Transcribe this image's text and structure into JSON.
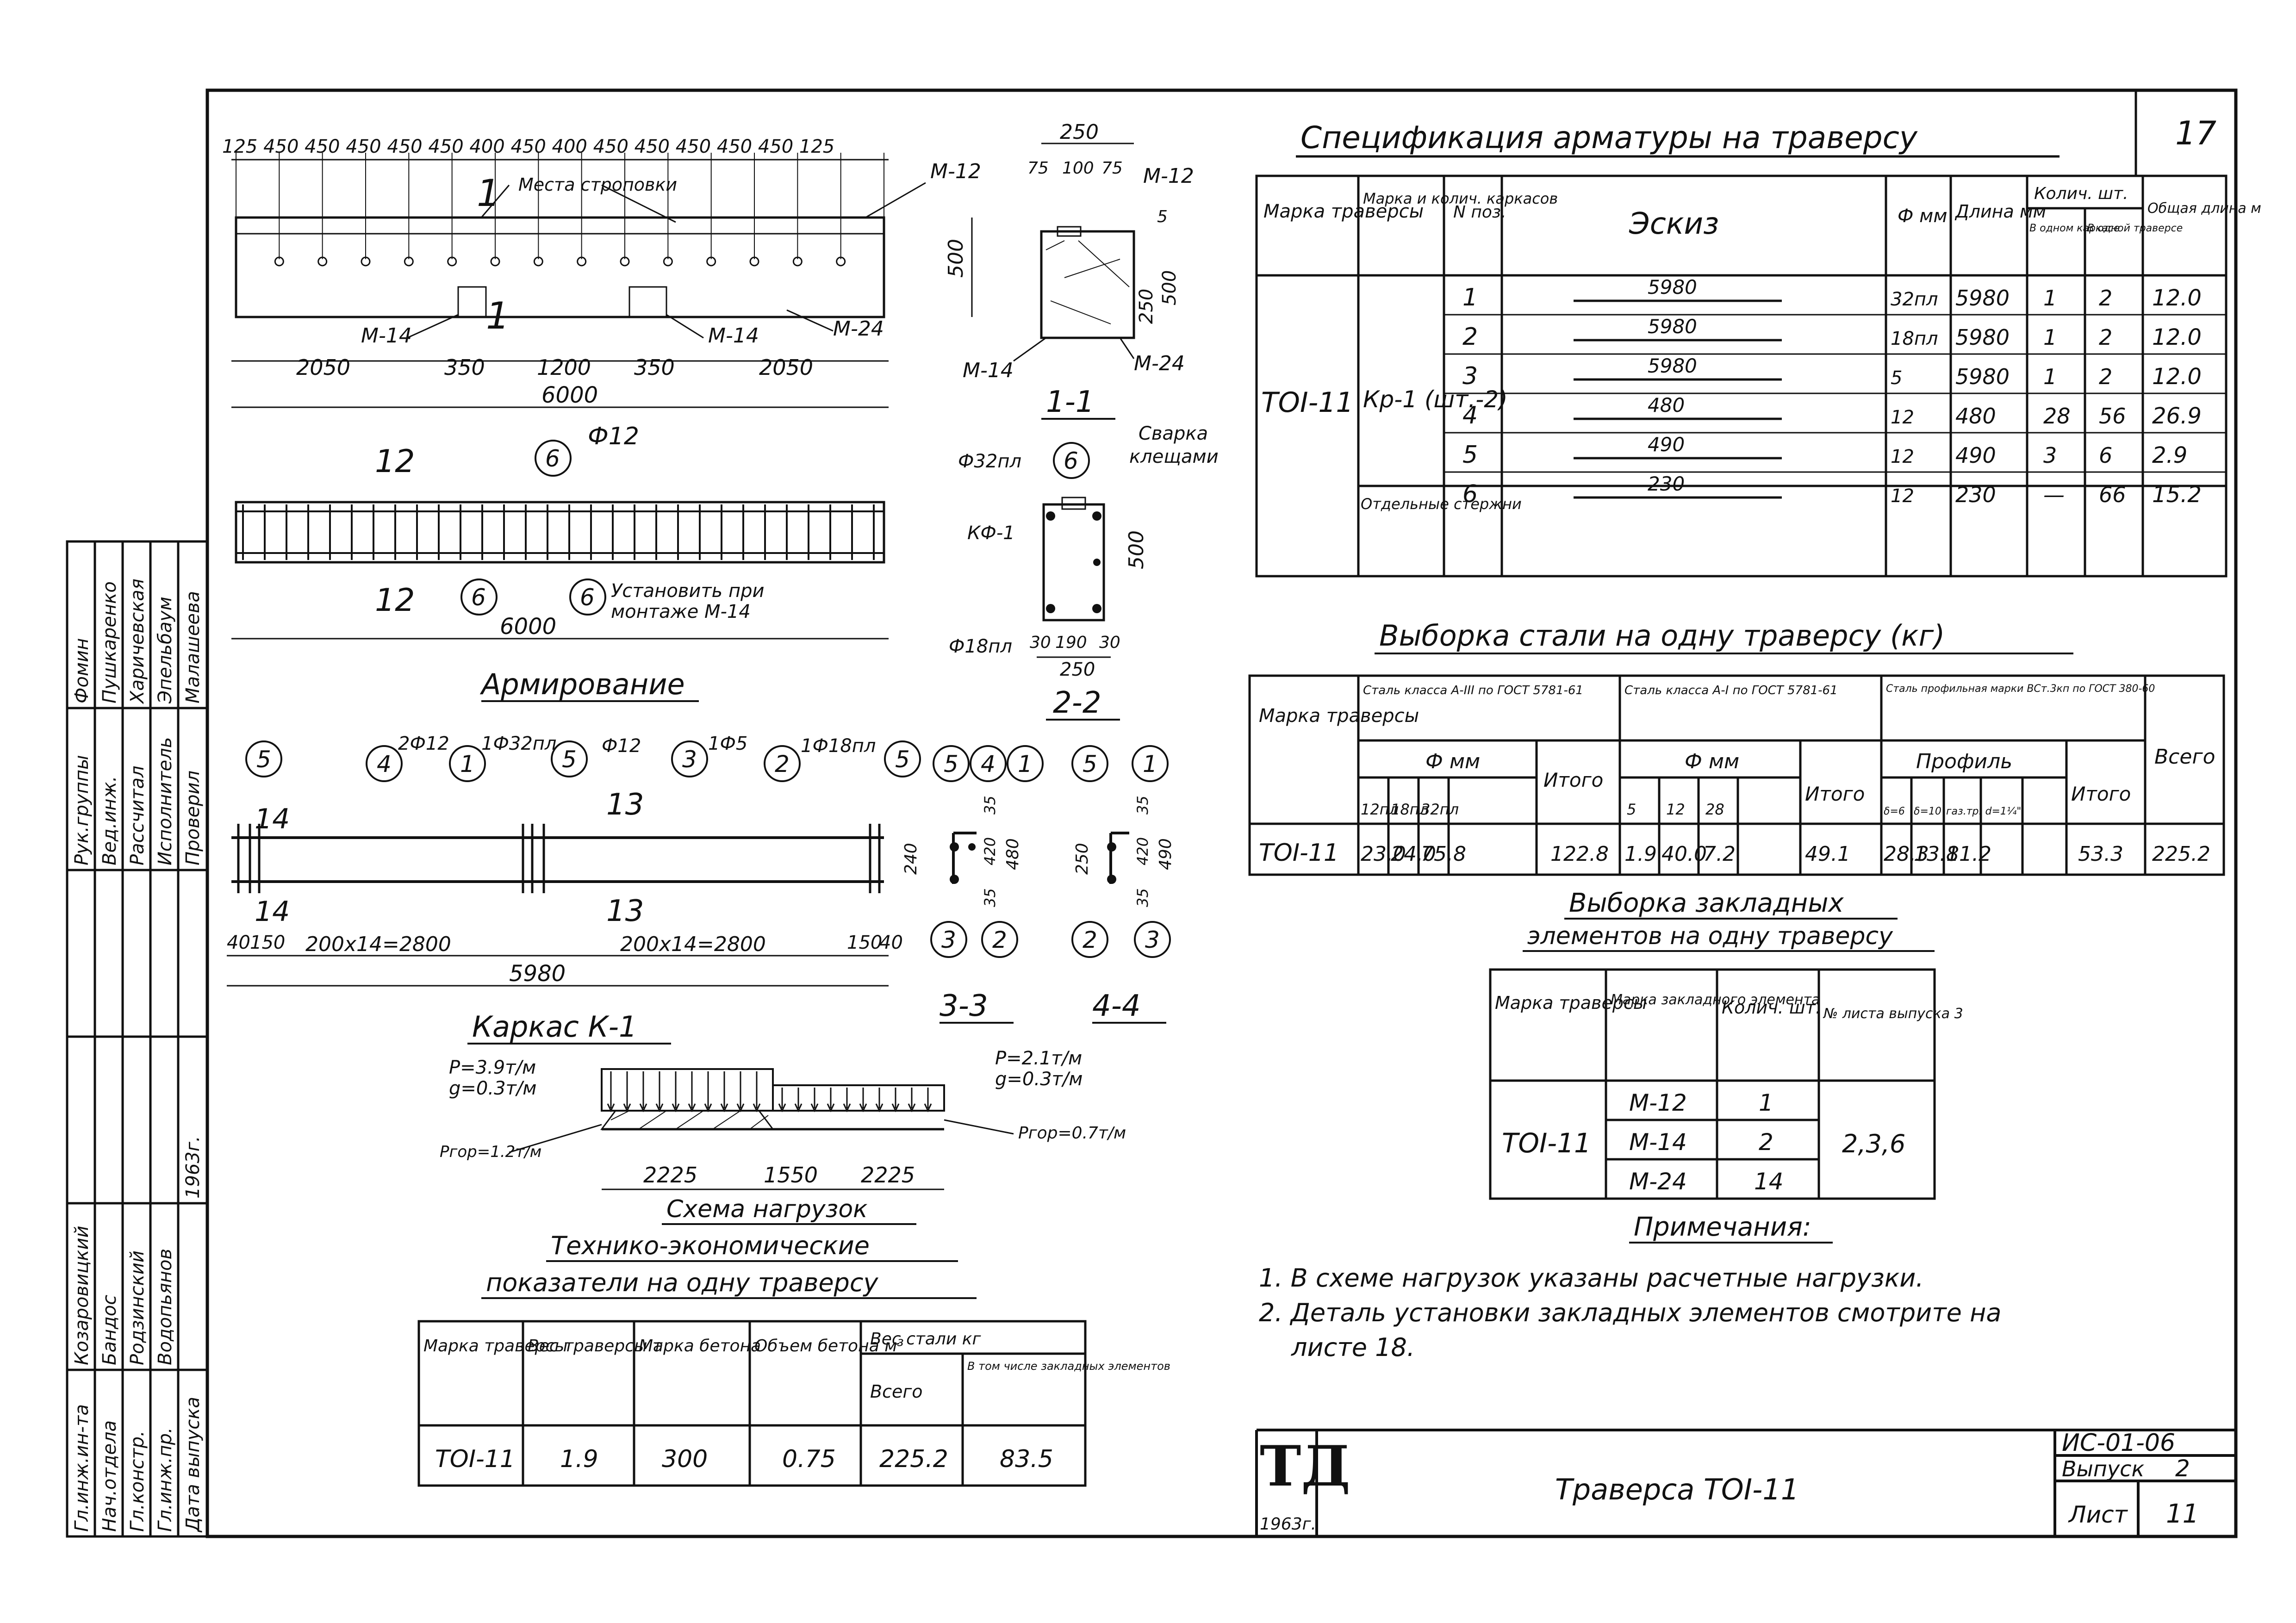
{
  "sheet_number_corner": "17",
  "beam": {
    "top_dims": [
      "125",
      "450",
      "450",
      "450",
      "450",
      "450",
      "400",
      "450",
      "400",
      "450",
      "450",
      "450",
      "450",
      "450",
      "125"
    ],
    "hooks_label": "Места строповки",
    "label_m12": "М-12",
    "label_m14": "М-14",
    "label_m24": "М-24",
    "section_mark": "1",
    "height": "500",
    "bottom_dims": [
      "2050",
      "350",
      "1200",
      "350",
      "2050"
    ],
    "total": "6000"
  },
  "section_1_1": {
    "width": "250",
    "sub_dims": [
      "75",
      "100",
      "75"
    ],
    "label_m12": "М-12",
    "label_m14": "М-14",
    "label_m24": "М-24",
    "dim_5": "5",
    "dim_250": "250",
    "dim_500": "500",
    "title": "1-1"
  },
  "reinforcement": {
    "mark_12_top": "12",
    "mark_12_bottom": "12",
    "callout_6": "6",
    "phi12": "Ф12",
    "note_install": "Установить при",
    "note_install2": "монтаже М-14",
    "total": "6000",
    "title": "Армирование"
  },
  "section_2_2": {
    "phi32": "Ф32пл",
    "kf1": "КФ-1",
    "phi18": "Ф18пл",
    "callout_6": "6",
    "weld1": "Сварка",
    "weld2": "клещами",
    "height": "500",
    "bottom_dims": [
      "30",
      "190",
      "30"
    ],
    "width": "250",
    "title": "2-2"
  },
  "cage": {
    "callouts": [
      "5",
      "4",
      "1",
      "5",
      "3",
      "2",
      "5"
    ],
    "callout_labels": [
      "2Ф12",
      "1Ф32пл",
      "Ф12",
      "1Ф5",
      "1Ф18пл"
    ],
    "mark_14": "14",
    "mark_13": "13",
    "dims_left": [
      "40",
      "150"
    ],
    "dim_left_run": "200х14=2800",
    "dim_right_run": "200х14=2800",
    "dims_right": [
      "150",
      "40"
    ],
    "total": "5980",
    "title": "Каркас К-1"
  },
  "section_3_3": {
    "callouts": [
      "5",
      "4",
      "1",
      "3",
      "2"
    ],
    "dims": [
      "35",
      "420",
      "35",
      "240",
      "480"
    ],
    "title": "3-3"
  },
  "section_4_4": {
    "callouts": [
      "5",
      "1",
      "2",
      "3"
    ],
    "dims": [
      "35",
      "420",
      "35",
      "250",
      "490"
    ],
    "title": "4-4"
  },
  "load_scheme": {
    "p_left": "Р=3.9т/м",
    "g_left": "g=0.3т/м",
    "p_right": "Р=2.1т/м",
    "g_right": "g=0.3т/м",
    "rgor_left": "Pгор=1.2т/м",
    "rgor_right": "Pгор=0.7т/м",
    "dims": [
      "2225",
      "1550",
      "2225"
    ],
    "title": "Схема нагрузок"
  },
  "tech_econ": {
    "title1": "Технико-экономические",
    "title2": "показатели на одну траверсу",
    "headers": [
      "Марка траверсы",
      "Вес траверсы т",
      "Марка бетона",
      "Объем бетона м³",
      "Вес стали кг"
    ],
    "sub_headers": [
      "Всего",
      "В том числе закладных элементов"
    ],
    "row": [
      "ТОI-11",
      "1.9",
      "300",
      "0.75",
      "225.2",
      "83.5"
    ]
  },
  "spec": {
    "title": "Спецификация арматуры на траверсу",
    "headers": [
      "Марка траверсы",
      "Марка и колич. каркасов",
      "N поз.",
      "Эскиз",
      "Ф мм",
      "Длина мм",
      "Колич. шт.",
      "Общая длина м"
    ],
    "sub_headers": [
      "В одном каркасе",
      "В одной траверсе"
    ],
    "brand": "ТОI-11",
    "frame": "Кр-1 (шт.-2)",
    "separate": "Отдельные стержни",
    "rows": [
      {
        "pos": "1",
        "sketch": "5980",
        "dia": "32пл",
        "len": "5980",
        "q1": "1",
        "q2": "2",
        "total": "12.0"
      },
      {
        "pos": "2",
        "sketch": "5980",
        "dia": "18пл",
        "len": "5980",
        "q1": "1",
        "q2": "2",
        "total": "12.0"
      },
      {
        "pos": "3",
        "sketch": "5980",
        "dia": "5",
        "len": "5980",
        "q1": "1",
        "q2": "2",
        "total": "12.0"
      },
      {
        "pos": "4",
        "sketch": "480",
        "dia": "12",
        "len": "480",
        "q1": "28",
        "q2": "56",
        "total": "26.9"
      },
      {
        "pos": "5",
        "sketch": "490",
        "dia": "12",
        "len": "490",
        "q1": "3",
        "q2": "6",
        "total": "2.9"
      },
      {
        "pos": "6",
        "sketch": "230",
        "dia": "12",
        "len": "230",
        "q1": "—",
        "q2": "66",
        "total": "15.2"
      }
    ]
  },
  "steel": {
    "title": "Выборка стали на одну траверсу (кг)",
    "h_brand": "Марка траверсы",
    "h_a3": "Сталь класса А-III по ГОСТ 5781-61",
    "h_a1": "Сталь класса А-I по ГОСТ 5781-61",
    "h_prof": "Сталь профильная марки ВСт.3кп по ГОСТ 380-60",
    "h_total": "Всего",
    "h_phi": "Ф мм",
    "h_itogo": "Итого",
    "h_profile": "Профиль",
    "sub_a3": [
      "12пл",
      "18пл",
      "32пл"
    ],
    "sub_a1": [
      "5",
      "12",
      "28"
    ],
    "sub_prof": [
      "δ=6",
      "δ=10",
      "газ.тр. d=1¼\""
    ],
    "row": [
      "ТОI-11",
      "23.0",
      "24.0",
      "75.8",
      "",
      "122.8",
      "1.9",
      "40.0",
      "7.2",
      "49.1",
      "28.3",
      "13.8",
      "11.2",
      "",
      "53.3",
      "225.2"
    ]
  },
  "embedded": {
    "title1": "Выборка закладных",
    "title2": "элементов на одну траверсу",
    "headers": [
      "Марка траверсы",
      "Марка закладного элемента",
      "Колич. шт.",
      "№ листа выпуска 3"
    ],
    "brand": "ТОI-11",
    "rows": [
      [
        "М-12",
        "1"
      ],
      [
        "М-14",
        "2"
      ],
      [
        "М-24",
        "14"
      ]
    ],
    "sheets": "2,3,6"
  },
  "notes": {
    "title": "Примечания:",
    "items": [
      "1. В схеме нагрузок указаны расчетные нагрузки.",
      "2. Деталь установки закладных элементов смотрите на",
      "листе 18."
    ]
  },
  "title_block": {
    "logo": "ТД",
    "year": "1963г.",
    "name": "Траверса ТОI-11",
    "code": "ИС-01-06",
    "issue_label": "Выпуск",
    "issue": "2",
    "sheet_label": "Лист",
    "sheet": "11"
  },
  "stamp": {
    "roles": [
      "Гл.инж.ин-та",
      "Нач.отдела",
      "Гл.констр.",
      "Гл.инж.пр.",
      "Дата выпуска",
      "Рук.группы",
      "Вед.инж.",
      "Рассчитал",
      "Исполнитель",
      "Проверил"
    ],
    "names": [
      "Козаровицкий",
      "Бандос",
      "Родзинский",
      "Водопьянов",
      "Фомин",
      "Пушкаренко",
      "Харичевская",
      "Эпельбаум",
      "Малашеева"
    ],
    "date": "1963г."
  }
}
